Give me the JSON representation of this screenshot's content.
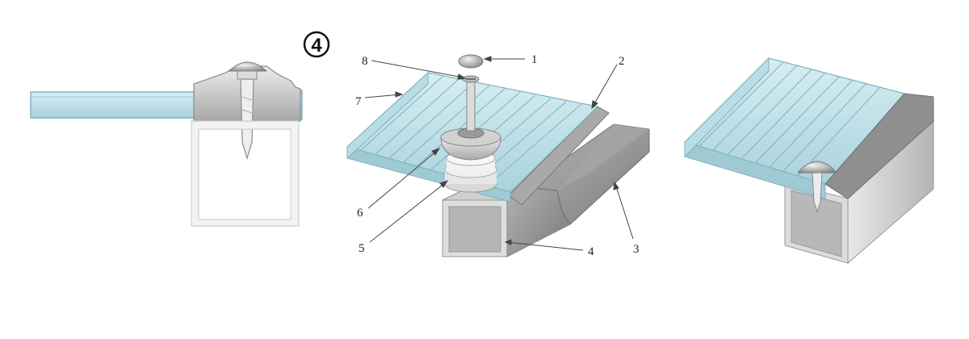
{
  "step": {
    "number": "4"
  },
  "callouts": [
    {
      "id": "1",
      "label": "1"
    },
    {
      "id": "2",
      "label": "2"
    },
    {
      "id": "3",
      "label": "3"
    },
    {
      "id": "4",
      "label": "4"
    },
    {
      "id": "5",
      "label": "5"
    },
    {
      "id": "6",
      "label": "6"
    },
    {
      "id": "7",
      "label": "7"
    },
    {
      "id": "8",
      "label": "8"
    }
  ],
  "colors": {
    "panel_face": "#b8dce4",
    "panel_edge": "#7fb2bf",
    "panel_top": "#cfe8ee",
    "metal_light": "#e4e4e4",
    "metal_mid": "#c4c4c4",
    "metal_dark": "#8e8e8e",
    "line": "#555555"
  },
  "icons": [
    "screw-cap-icon",
    "screw-icon",
    "washer-icon"
  ]
}
